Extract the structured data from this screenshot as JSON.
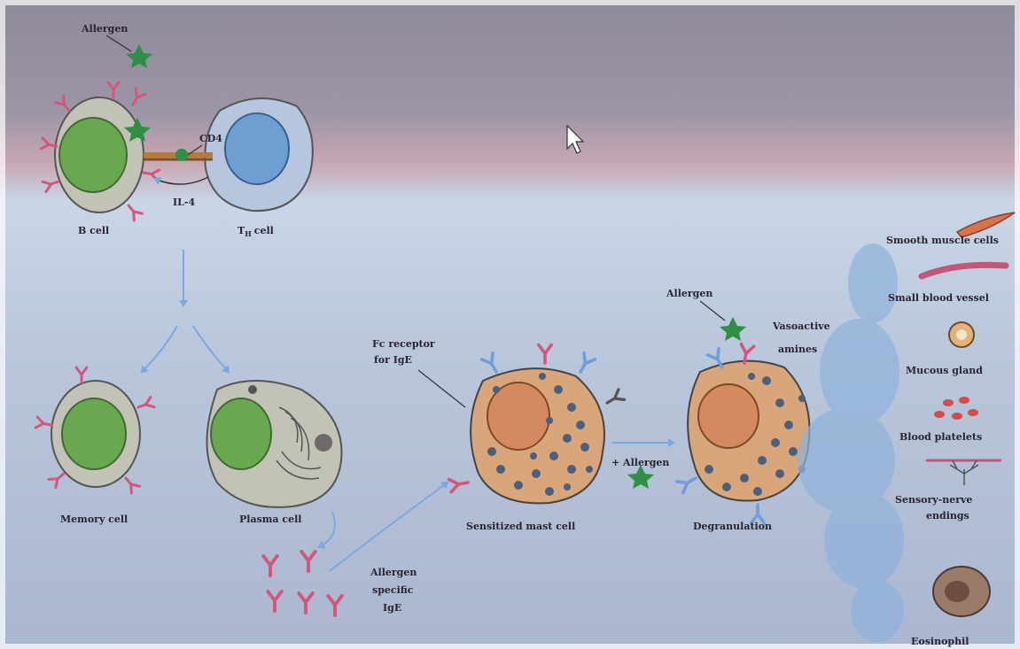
{
  "labels": {
    "allergen_top": "Allergen",
    "cd4": "CD4",
    "il4": "IL-4",
    "b_cell": "B cell",
    "th_cell_main": "T",
    "th_cell_sub": "H",
    "th_cell_suffix": "cell",
    "memory_cell": "Memory cell",
    "plasma_cell": "Plasma cell",
    "fc_receptor_line1": "Fc receptor",
    "fc_receptor_line2": "for IgE",
    "allergen_specific_line1": "Allergen",
    "allergen_specific_line2": "specific",
    "allergen_specific_line3": "IgE",
    "plus_allergen": "+ Allergen",
    "sensitized_mast_cell": "Sensitized mast cell",
    "allergen_degran": "Allergen",
    "vasoactive_line1": "Vasoactive",
    "vasoactive_line2": "amines",
    "degranulation": "Degranulation"
  },
  "targets": [
    {
      "label": "Smooth muscle cells"
    },
    {
      "label": "Small blood vessel"
    },
    {
      "label": "Mucous gland"
    },
    {
      "label": "Blood platelets"
    },
    {
      "label_line1": "Sensory-nerve",
      "label_line2": "endings"
    },
    {
      "label": "Eosinophil"
    }
  ],
  "colors": {
    "antibody": "#d4567e",
    "antibody_blue": "#6f9fd8",
    "allergen": "#2f8f45",
    "nucleus_green": "#6aa84f",
    "nucleus_blue": "#6e9fd3",
    "mast_cytoplasm": "#d8a67a",
    "mast_nucleus": "#d5895e",
    "granule": "#4c5f7c",
    "arrow": "#7aa9e0"
  }
}
